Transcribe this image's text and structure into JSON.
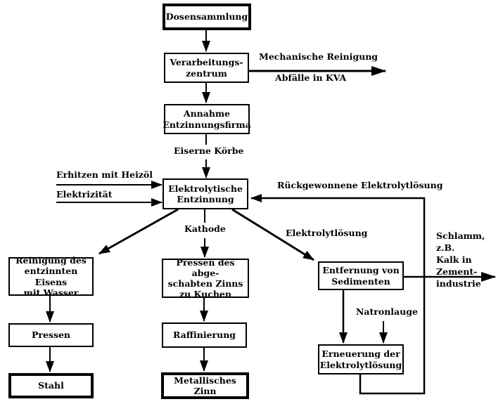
{
  "colors": {
    "ink": "#000000",
    "paper": "#ffffff"
  },
  "nodes": {
    "dosensammlung": {
      "label": "Dosensammlung"
    },
    "verarbeitungszentrum": {
      "label": "Verarbeitungs-\nzentrum"
    },
    "annahme_entzinnungsfirma": {
      "label": "Annahme\nEntzinnungsfirma"
    },
    "elektrolytische_entzinnung": {
      "label": "Elektrolytische\nEntzinnung"
    },
    "reinigung_eisen": {
      "label": "Reinigung des\nentzinnten Eisens\nmit Wasser"
    },
    "pressen": {
      "label": "Pressen"
    },
    "stahl": {
      "label": "Stahl"
    },
    "pressen_zinn_kuchen": {
      "label": "Pressen des abge-\nschabten Zinns\nzu Kuchen"
    },
    "raffinierung": {
      "label": "Raffinierung"
    },
    "metallisches_zinn": {
      "label": "Metallisches Zinn"
    },
    "entfernung_sedimenten": {
      "label": "Entfernung von\nSedimenten"
    },
    "erneuerung_elektrolytloesung": {
      "label": "Erneuerung der\nElektrolytlösung"
    }
  },
  "edge_labels": {
    "mechanische_reinigung": "Mechanische Reinigung",
    "abfaelle_in_kva": "Abfälle in KVA",
    "eiserne_koerbe": "Eiserne Körbe",
    "erhitzen_mit_heizoel": "Erhitzen mit Heizöl",
    "elektrizitaet": "Elektrizität",
    "rueckgewonnene_elektrolytloesung": "Rückgewonnene Elektrolytlösung",
    "kathode": "Kathode",
    "elektrolytloesung": "Elektrolytlösung",
    "schlamm_zementindustrie": "Schlamm, z.B.\nKalk in\nZement-\nindustrie",
    "natronlauge": "Natronlauge"
  }
}
